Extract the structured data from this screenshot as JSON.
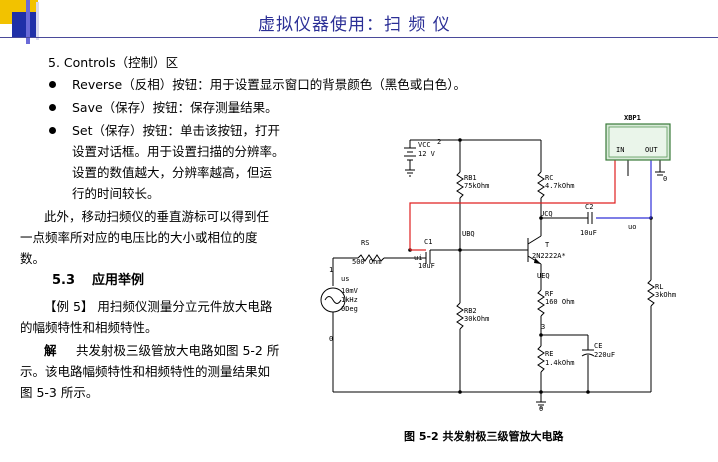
{
  "header": {
    "title": "虚拟仪器使用：扫 频 仪"
  },
  "content": {
    "item5": "5.  Controls（控制）区",
    "bullets": [
      "Reverse（反相）按钮：用于设置显示窗口的背景颜色（黑色或白色）。",
      "Save（保存）按钮：保存测量结果。",
      "Set（保存）按钮：单击该按钮，打开"
    ],
    "set_cont": [
      "设置对话框。用于设置扫描的分辨率。",
      "设置的数值越大，分辨率越高，但运",
      "行的时间较长。"
    ],
    "para1": [
      "此外，移动扫频仪的垂直游标可以得到任",
      "一点频率所对应的电压比的大小或相位的度",
      "数。"
    ],
    "section_num": "5.3",
    "section_title": "应用举例",
    "example": [
      "【例 5】 用扫频仪测量分立元件放大电路",
      "的幅频特性和相频特性。"
    ],
    "solution_label": "解",
    "solution": [
      "共发射极三级管放大电路如图 5-2 所",
      "示。该电路幅频特性和相频特性的测量结果如",
      "图 5-3 所示。"
    ]
  },
  "figure": {
    "caption": "图 5-2   共发射极三级管放大电路",
    "instrument": {
      "name": "XBP1",
      "in": "IN",
      "out": "OUT"
    },
    "labels": {
      "vcc": "VCC",
      "vcc_val": "12 V",
      "vcc_pin": "2",
      "rb1": "RB1",
      "rb1_val": "75kOhm",
      "rc": "RC",
      "rc_val": "4.7kOhm",
      "ucq": "UCQ",
      "c2": "C2",
      "c2_val": "10uF",
      "uo": "uo",
      "ubq": "UBQ",
      "c1": "C1",
      "c1_val": "10uF",
      "ui": "ui",
      "rs": "RS",
      "rs_val": "500 Ohm",
      "t": "T",
      "t_val": "2N2222A*",
      "ueq": "UEQ",
      "rf": "RF",
      "rf_val": "160 Ohm",
      "us": "us",
      "us_v": "10mV",
      "us_f": "1kHz",
      "us_p": "0Deg",
      "rb2": "RB2",
      "rb2_val": "30kOhm",
      "re": "RE",
      "re_val": "1.4kOhm",
      "ce": "CE",
      "ce_val": "220uF",
      "rl": "RL",
      "rl_val": "3kOhm",
      "n1": "1",
      "n3": "3",
      "n0a": "0",
      "n0b": "0",
      "n0c": "0"
    }
  }
}
